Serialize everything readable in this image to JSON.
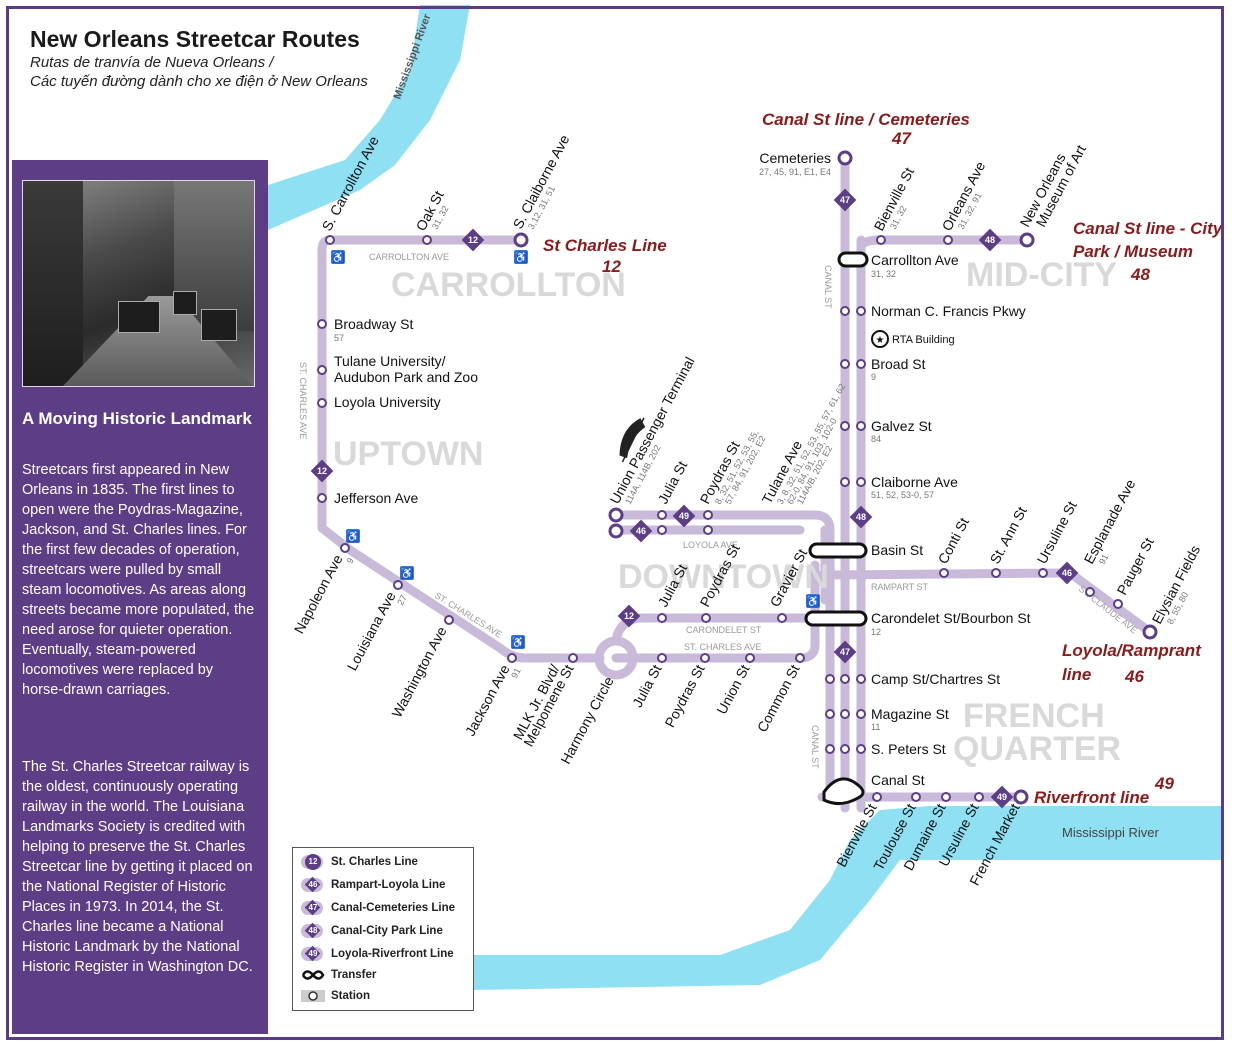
{
  "title": "New Orleans Streetcar Routes",
  "subtitle_es": "Rutas de tranvía de Nueva Orleans /",
  "subtitle_vi": "Các tuyến đường dành cho xe điện ở New Orleans",
  "colors": {
    "route": "#c9bada",
    "accent": "#5c3d86",
    "river": "#8ee0f2",
    "annotation": "#8b1a1a"
  },
  "rivers": {
    "upper": "Mississippi River",
    "lower": "Mississippi River"
  },
  "neighborhoods": {
    "carrollton": "CARROLLTON",
    "uptown": "UPTOWN",
    "downtown": "DOWNTOWN",
    "midcity": "MID-CITY",
    "fq1": "FRENCH",
    "fq2": "QUARTER"
  },
  "streets": {
    "carrollton_ave": "CARROLLTON AVE",
    "st_charles_ave_v": "ST. CHARLES AVE",
    "st_charles_ave_d": "ST. CHARLES AVE",
    "loyola_ave": "LOYOLA AVE",
    "carondelet_st": "CARONDELET ST",
    "st_charles_ave_h": "ST. CHARLES AVE",
    "canal_st_upper": "CANAL ST",
    "canal_st_lower": "CANAL ST",
    "rampart_st": "RAMPART ST",
    "st_claude_ave": "ST. CLAUDE AVE"
  },
  "annotations": {
    "st_charles_line": "St Charles Line",
    "st_charles_num": "12",
    "canal_cem": "Canal St line / Cemeteries",
    "canal_cem_num": "47",
    "canal_city_1": "Canal St line - City",
    "canal_city_2": "Park / Museum",
    "canal_city_num": "48",
    "loyola_1": "Loyola/Ramprant",
    "loyola_2": "line",
    "loyola_num": "46",
    "riverfront": "Riverfront line",
    "riverfront_num": "49"
  },
  "stations": {
    "s_carrollton": {
      "name": "S. Carrollton Ave",
      "routes": ""
    },
    "oak": {
      "name": "Oak St",
      "routes": "31, 32"
    },
    "s_claiborne": {
      "name": "S. Claiborne Ave",
      "routes": "3,12, 31, 51"
    },
    "broadway": {
      "name": "Broadway St",
      "routes": "57"
    },
    "tulane_1": {
      "name": "Tulane University/",
      "routes": ""
    },
    "tulane_2": {
      "name": "Audubon Park and Zoo",
      "routes": ""
    },
    "loyola_u": {
      "name": "Loyola University",
      "routes": ""
    },
    "jefferson": {
      "name": "Jefferson Ave",
      "routes": ""
    },
    "napoleon": {
      "name": "Napoleon Ave",
      "routes": "9"
    },
    "louisiana": {
      "name": "Louisiana Ave",
      "routes": "27"
    },
    "washington": {
      "name": "Washington Ave",
      "routes": ""
    },
    "jackson": {
      "name": "Jackson Ave",
      "routes": "91"
    },
    "mlk_1": {
      "name": "MLK Jr. Blvd/",
      "routes": ""
    },
    "mlk_2": {
      "name": "Melpomene St",
      "routes": ""
    },
    "harmony": {
      "name": "Harmony Circle",
      "routes": ""
    },
    "julia_b": {
      "name": "Julia St",
      "routes": ""
    },
    "poydras_b": {
      "name": "Poydras St",
      "routes": ""
    },
    "union": {
      "name": "Union St",
      "routes": ""
    },
    "common": {
      "name": "Common St",
      "routes": ""
    },
    "julia_m": {
      "name": "Julia St",
      "routes": ""
    },
    "poydras_m": {
      "name": "Poydras St",
      "routes": ""
    },
    "gravier": {
      "name": "Gravier St",
      "routes": ""
    },
    "upt": {
      "name": "Union Passenger Terminal",
      "routes": "114A, 114B, 202"
    },
    "julia_t": {
      "name": "Julia St",
      "routes": ""
    },
    "poydras_t": {
      "name": "Poydras St",
      "routes": "8, 32, 51, 52, 53, 55,"
    },
    "poydras_t2": {
      "name": "",
      "routes": "57, 84, 91, 202, E2"
    },
    "tulane_ave": {
      "name": "Tulane Ave",
      "routes": "3, 8, 32, 51, 52, 53, 55, 57, 61, 62"
    },
    "tulane_ave2": {
      "name": "",
      "routes": "62-0, 84, 91, 103, 102-0"
    },
    "tulane_ave3": {
      "name": "",
      "routes": "114A/B, 202, E2"
    },
    "cemeteries": {
      "name": "Cemeteries",
      "routes": "27, 45, 91, E1, E4"
    },
    "carrollton_mc": {
      "name": "Carrollton Ave",
      "routes": "31, 32"
    },
    "norman": {
      "name": "Norman C. Francis Pkwy",
      "routes": ""
    },
    "rta": {
      "name": "RTA Building",
      "routes": ""
    },
    "broad": {
      "name": "Broad St",
      "routes": "9"
    },
    "galvez": {
      "name": "Galvez St",
      "routes": "84"
    },
    "claiborne_mc": {
      "name": "Claiborne Ave",
      "routes": "51, 52, 53-0, 57"
    },
    "basin": {
      "name": "Basin St",
      "routes": ""
    },
    "carondelet_b": {
      "name": "Carondelet St/Bourbon St",
      "routes": "12"
    },
    "camp": {
      "name": "Camp St/Chartres St",
      "routes": ""
    },
    "magazine": {
      "name": "Magazine St",
      "routes": "11"
    },
    "s_peters": {
      "name": "S. Peters St",
      "routes": ""
    },
    "canal": {
      "name": "Canal St",
      "routes": ""
    },
    "bienville_mc": {
      "name": "Bienville St",
      "routes": "31, 32"
    },
    "orleans": {
      "name": "Orleans Ave",
      "routes": "31, 32, 91"
    },
    "no_museum_1": {
      "name": "New Orleans",
      "routes": ""
    },
    "no_museum_2": {
      "name": "Museum of Art",
      "routes": ""
    },
    "conti": {
      "name": "Conti St",
      "routes": ""
    },
    "st_ann": {
      "name": "St. Ann St",
      "routes": ""
    },
    "ursuline_r": {
      "name": "Ursuline St",
      "routes": ""
    },
    "esplanade": {
      "name": "Esplanade Ave",
      "routes": "91"
    },
    "pauger": {
      "name": "Pauger St",
      "routes": ""
    },
    "elysian": {
      "name": "Elysian Fields",
      "routes": "8, 55, 80"
    },
    "bienville_rf": {
      "name": "Bienville St",
      "routes": ""
    },
    "toulouse": {
      "name": "Toulouse St",
      "routes": ""
    },
    "dumaine": {
      "name": "Dumaine St",
      "routes": ""
    },
    "ursuline_rf": {
      "name": "Ursuline St",
      "routes": ""
    },
    "french_market": {
      "name": "French Market",
      "routes": ""
    }
  },
  "route_badges": {
    "r12": "12",
    "r46": "46",
    "r47": "47",
    "r48": "48",
    "r49": "49"
  },
  "sidebar": {
    "heading": "A Moving Historic Landmark",
    "para1": "Streetcars first appeared in New Orleans in 1835. The first lines to open were the Poydras-Magazine, Jackson, and St. Charles lines. For the first few decades of operation, streetcars were pulled by small steam locomotives. As areas along streets became more populated, the need arose for quieter operation. Eventually, steam-powered locomotives were replaced by horse-drawn carriages.",
    "para2": "The St. Charles Streetcar railway is the oldest, continuously operating railway in the world. The Louisiana Landmarks Society is credited with helping to preserve the St. Charles Streetcar line by getting it placed on the National Register of Historic Places in 1973. In 2014, the St. Charles line became a National Historic Landmark by the National Historic Register in Washington DC."
  },
  "legend": {
    "items": [
      {
        "num": "12",
        "label": "St. Charles Line",
        "shape": "circle"
      },
      {
        "num": "46",
        "label": "Rampart-Loyola Line",
        "shape": "diamond"
      },
      {
        "num": "47",
        "label": "Canal-Cemeteries Line",
        "shape": "diamond"
      },
      {
        "num": "48",
        "label": "Canal-City Park Line",
        "shape": "diamond"
      },
      {
        "num": "49",
        "label": "Loyola-Riverfront Line",
        "shape": "diamond"
      }
    ],
    "transfer": "Transfer",
    "station": "Station"
  }
}
